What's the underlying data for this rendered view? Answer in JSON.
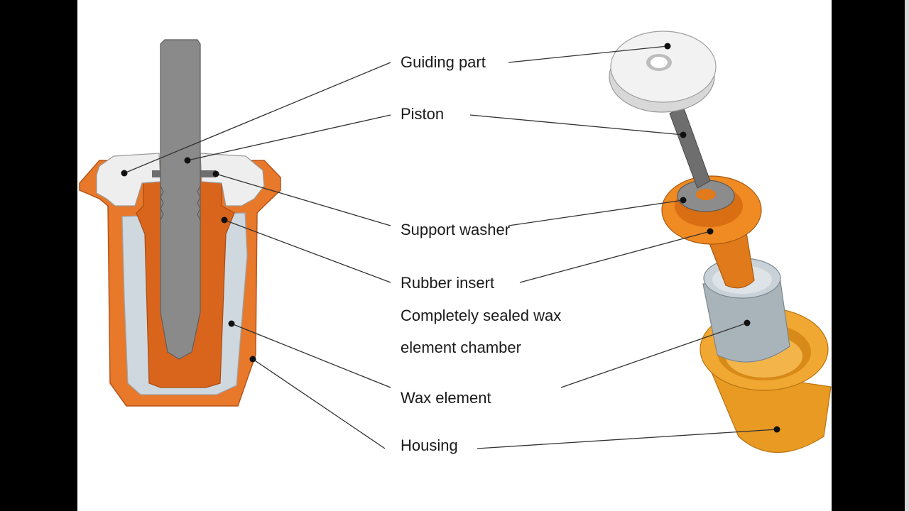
{
  "labels": {
    "guiding_part": "Guiding part",
    "piston": "Piston",
    "support_washer": "Support washer",
    "rubber_insert": "Rubber insert",
    "sealed_chamber_line1": "Completely sealed wax",
    "sealed_chamber_line2": "element chamber",
    "wax_element": "Wax element",
    "housing": "Housing"
  },
  "colors": {
    "housing_orange": "#e8782a",
    "rubber_orange": "#d9651d",
    "wax_gray": "#cfd8df",
    "piston_gray": "#8a8a8a",
    "guiding_white": "#eeeeee",
    "leader_line": "#333333",
    "background_panel": "#ffffff",
    "letterbox": "#000000"
  },
  "icons": [
    "cross-section-diagram",
    "exploded-view-diagram"
  ]
}
